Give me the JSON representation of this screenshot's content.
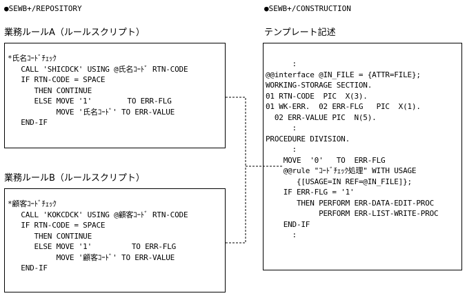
{
  "left_header": "●SEWB+/REPOSITORY",
  "right_header": "●SEWB+/CONSTRUCTION",
  "rule_a": {
    "title": "業務ルールA（ルールスクリプト）",
    "code": [
      "*氏名ｺｰﾄﾞﾁｪｯｸ",
      "   CALL 'SHICDCK' USING @氏名ｺｰﾄﾞ RTN-CODE",
      "   IF RTN-CODE = SPACE",
      "      THEN CONTINUE",
      "      ELSE MOVE '1'        TO ERR-FLG",
      "           MOVE '氏名ｺｰﾄﾞ' TO ERR-VALUE",
      "   END-IF"
    ]
  },
  "rule_b": {
    "title": "業務ルールB（ルールスクリプト）",
    "code": [
      "*顧客ｺｰﾄﾞﾁｪｯｸ",
      "   CALL 'KOKCDCK' USING @顧客ｺｰﾄﾞ RTN-CODE",
      "   IF RTN-CODE = SPACE",
      "      THEN CONTINUE",
      "      ELSE MOVE '1'         TO ERR-FLG",
      "           MOVE '顧客ｺｰﾄﾞ' TO ERR-VALUE",
      "   END-IF"
    ]
  },
  "template": {
    "title": "テンプレート記述",
    "code": [
      "      :",
      "@@interface @IN_FILE = {ATTR=FILE};",
      "WORKING-STORAGE SECTION.",
      "01 RTN-CODE  PIC  X(3).",
      "01 WK-ERR.  02 ERR-FLG   PIC  X(1).",
      "  02 ERR-VALUE PIC  N(5).",
      "      :",
      "PROCEDURE DIVISION.",
      "      :",
      "    MOVE  '0'   TO  ERR-FLG",
      "    @@rule \"ｺｰﾄﾞﾁｪｯｸ処理\" WITH USAGE",
      "       {[USAGE=IN REF=@IN_FILE]};",
      "    IF ERR-FLG = '1'",
      "       THEN PERFORM ERR-DATA-EDIT-PROC",
      "            PERFORM ERR-LIST-WRITE-PROC",
      "    END-IF",
      "      :"
    ]
  }
}
